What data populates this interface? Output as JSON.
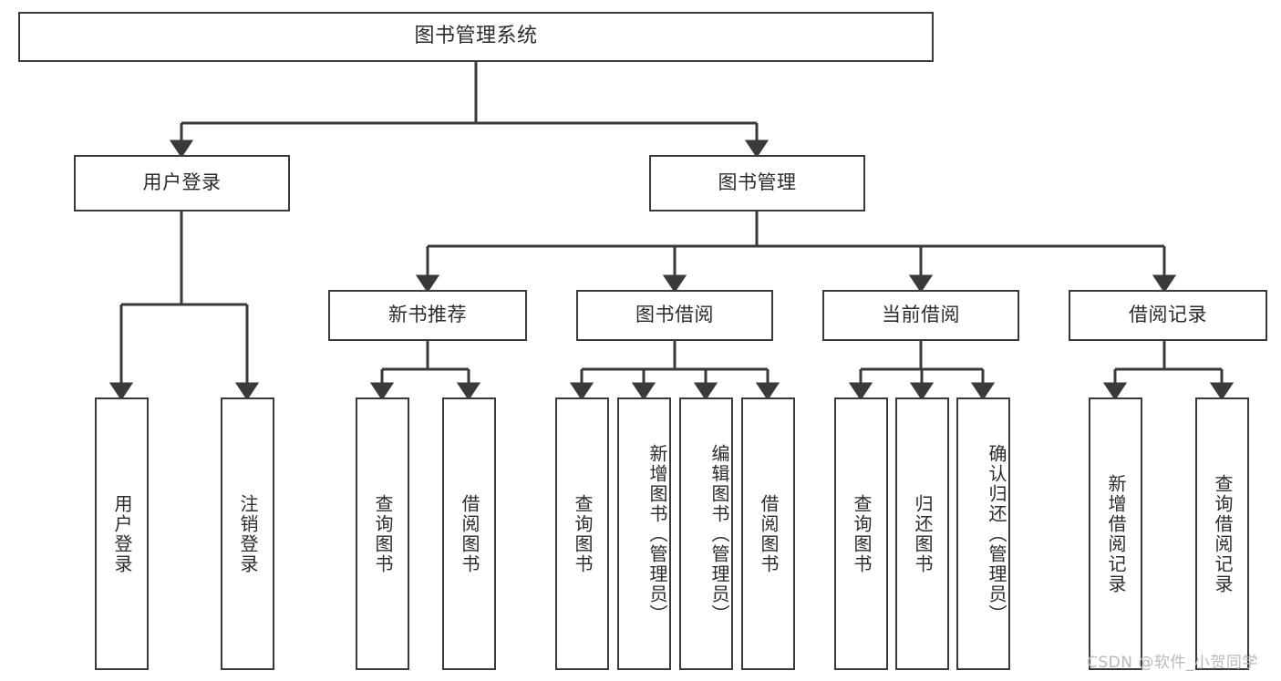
{
  "diagram": {
    "type": "tree-hierarchy",
    "title": "图书管理系统",
    "root": {
      "label": "图书管理系统"
    },
    "level2": [
      {
        "label": "用户登录"
      },
      {
        "label": "图书管理"
      }
    ],
    "level3": [
      {
        "label": "新书推荐"
      },
      {
        "label": "图书借阅"
      },
      {
        "label": "当前借阅"
      },
      {
        "label": "借阅记录"
      }
    ],
    "leaves": {
      "user_login": [
        {
          "label": "用户登录"
        },
        {
          "label": "注销登录"
        }
      ],
      "new_book_recommend": [
        {
          "label": "查询图书"
        },
        {
          "label": "借阅图书"
        }
      ],
      "book_borrow": [
        {
          "label": "查询图书"
        },
        {
          "label": "新增图书（管理员）"
        },
        {
          "label": "编辑图书（管理员）"
        },
        {
          "label": "借阅图书"
        }
      ],
      "current_borrow": [
        {
          "label": "查询图书"
        },
        {
          "label": "归还图书"
        },
        {
          "label": "确认归还（管理员）"
        }
      ],
      "borrow_record": [
        {
          "label": "新增借阅记录"
        },
        {
          "label": "查询借阅记录"
        }
      ]
    }
  },
  "watermark": {
    "text": "CSDN @软件_小贺同学"
  },
  "colors": {
    "stroke": "#3a3a3a",
    "text": "#2b2b2b",
    "background": "#ffffff",
    "watermark": "#b9b9b9"
  }
}
